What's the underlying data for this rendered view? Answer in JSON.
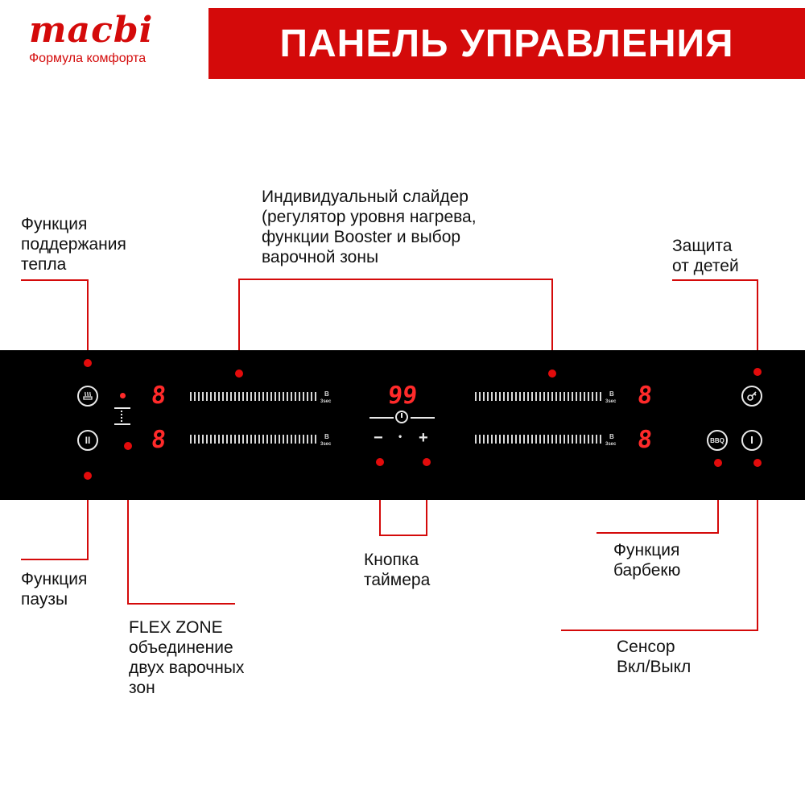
{
  "brand": {
    "name": "macbi",
    "tagline": "Формула комфорта"
  },
  "banner": {
    "title": "ПАНЕЛЬ УПРАВЛЕНИЯ"
  },
  "labels": {
    "keep_warm": "Функция\nподдержания\nтепла",
    "slider": "Индивидуальный слайдер\n(регулятор уровня нагрева,\nфункции Booster и выбор\nварочной зоны",
    "child_lock": "Защита\nот детей",
    "pause": "Функция\nпаузы",
    "flex_zone": "FLEX ZONE\nобъединение\nдвух варочных\nзон",
    "timer": "Кнопка\nтаймера",
    "bbq": "Функция\nбарбекю",
    "power": "Сенсор\nВкл/Выкл"
  },
  "panel": {
    "timer_display": "99",
    "zone_display": "8",
    "boost_mark": "B",
    "boost_sub": "3sec",
    "timer_minus": "−",
    "timer_plus": "+",
    "timer_dot": "•",
    "pause_icon_text": "II",
    "bbq_icon_text": "BBQ"
  },
  "icons": {
    "keep_warm": "keep-warm-icon",
    "pause": "pause-icon",
    "child_lock": "key-icon",
    "power": "power-icon",
    "bbq": "bbq-icon",
    "timer": "clock-icon"
  },
  "colors": {
    "accent": "#d40a0a",
    "panel": "#000000",
    "display": "#ff2a2a"
  }
}
